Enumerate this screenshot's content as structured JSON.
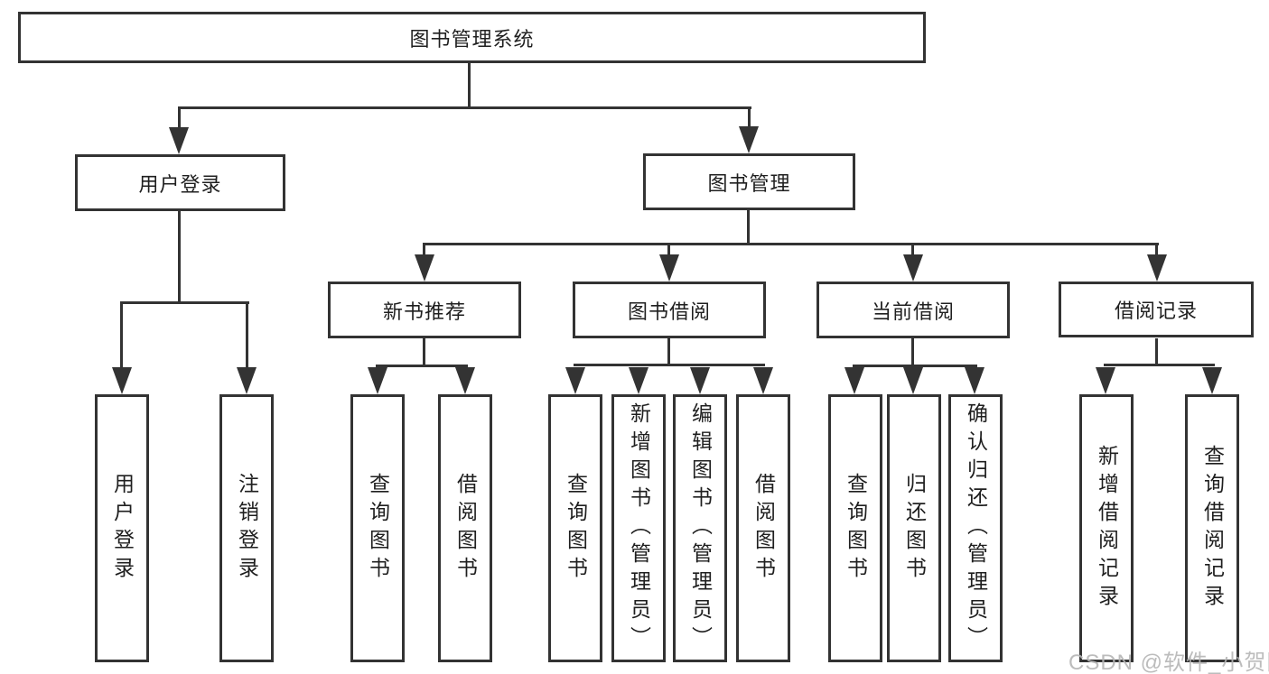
{
  "diagram_title": "图书管理系统",
  "watermark": "CSDN @软件_小贺同学",
  "colors": {
    "line": "#333333",
    "text": "#1f1f1f",
    "background": "#ffffff",
    "watermark": "#b5b5b5"
  },
  "nodes": {
    "root": "图书管理系统",
    "user_login": "用户登录",
    "book_mgmt": "图书管理",
    "new_book_rec": "新书推荐",
    "book_borrow": "图书借阅",
    "current_borrow": "当前借阅",
    "borrow_records": "借阅记录",
    "leaf_user_login": "用户登录",
    "leaf_logout": "注销登录",
    "leaf_nb_query": "查询图书",
    "leaf_nb_borrow": "借阅图书",
    "leaf_bb_query": "查询图书",
    "leaf_bb_add": "新增图书（管理员）",
    "leaf_bb_edit": "编辑图书（管理员）",
    "leaf_bb_borrow": "借阅图书",
    "leaf_cb_query": "查询图书",
    "leaf_cb_return": "归还图书",
    "leaf_cb_confirm": "确认归还（管理员）",
    "leaf_br_add": "新增借阅记录",
    "leaf_br_query": "查询借阅记录"
  },
  "structure": {
    "root": "图书管理系统",
    "children": [
      {
        "label": "用户登录",
        "children": [
          "用户登录",
          "注销登录"
        ]
      },
      {
        "label": "图书管理",
        "children": [
          {
            "label": "新书推荐",
            "children": [
              "查询图书",
              "借阅图书"
            ]
          },
          {
            "label": "图书借阅",
            "children": [
              "查询图书",
              "新增图书（管理员）",
              "编辑图书（管理员）",
              "借阅图书"
            ]
          },
          {
            "label": "当前借阅",
            "children": [
              "查询图书",
              "归还图书",
              "确认归还（管理员）"
            ]
          },
          {
            "label": "借阅记录",
            "children": [
              "新增借阅记录",
              "查询借阅记录"
            ]
          }
        ]
      }
    ]
  }
}
